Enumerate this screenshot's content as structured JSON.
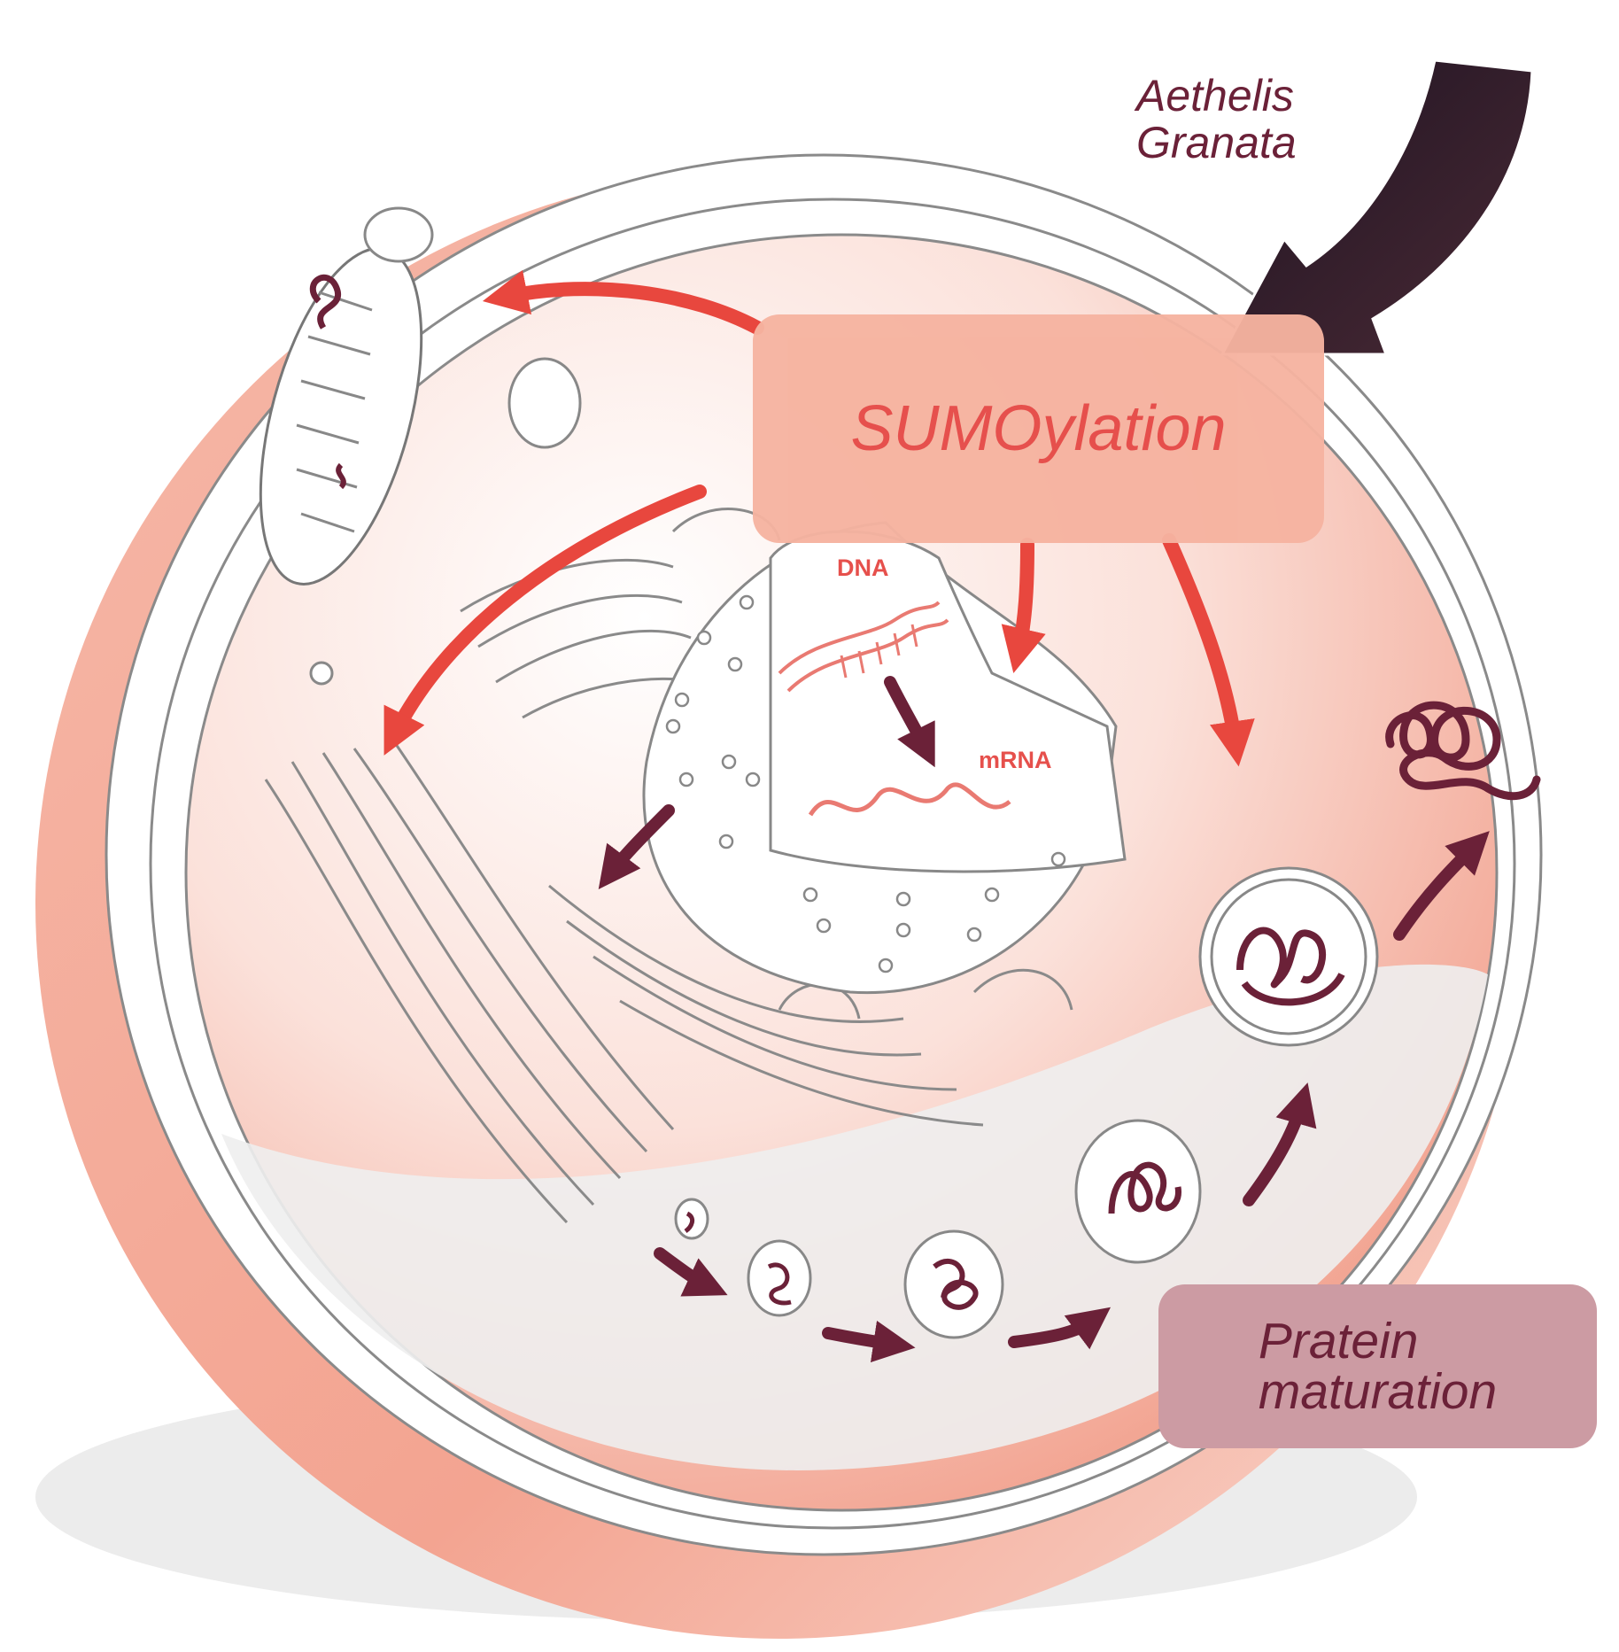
{
  "species": {
    "line1": "Aethelis",
    "line2": "Granata"
  },
  "process": {
    "label": "SUMOylation"
  },
  "nucleus": {
    "dna_label": "DNA",
    "mrna_label": "mRNA"
  },
  "outcome": {
    "line1": "Pratein",
    "line2": "maturation"
  },
  "colors": {
    "accent_red": "#e8473e",
    "dark_maroon": "#6b2138",
    "sumo_box": "#f6b3a0",
    "maturation_box": "#cc9ba3",
    "cell_pink": "#f2a694",
    "black_arrow": "#2d1822"
  },
  "icons": [
    "black-input-arrow-icon",
    "red-arrow-icon",
    "maroon-arrow-icon"
  ]
}
